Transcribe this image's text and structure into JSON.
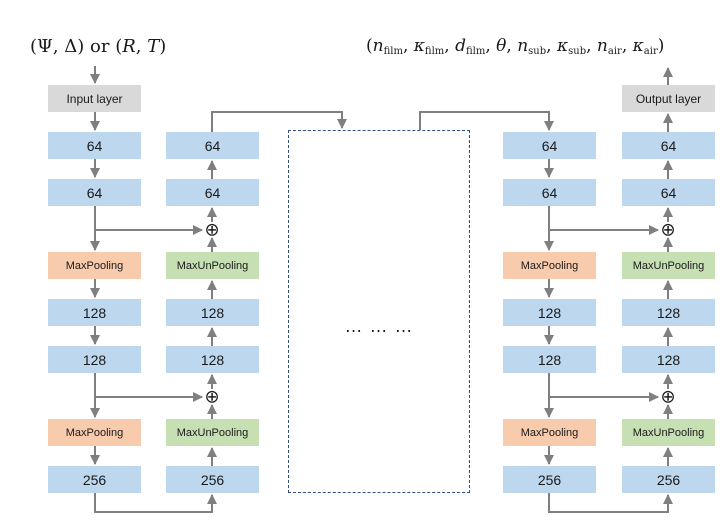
{
  "input_label": {
    "lparen": "(",
    "psi": "Ψ",
    "comma1": ", ",
    "delta": "Δ",
    "rparen": ")",
    "or": " or ",
    "lparen2": "(",
    "r": "R",
    "comma2": ", ",
    "t": "T",
    "rparen2": ")"
  },
  "output_label": {
    "open": "(",
    "n": "n",
    "film": "film",
    "kappa": "κ",
    "d": "d",
    "theta": "θ",
    "sub": "sub",
    "air": "air",
    "sep": ", ",
    "close": ")"
  },
  "input_layer": "Input layer",
  "output_layer": "Output layer",
  "ellipsis": "… … …",
  "plus_symbol": "⊕",
  "left_encoder": [
    "64",
    "64",
    "MaxPooling",
    "128",
    "128",
    "MaxPooling",
    "256"
  ],
  "left_decoder": [
    "64",
    "64",
    "MaxUnPooling",
    "128",
    "128",
    "MaxUnPooling",
    "256"
  ],
  "right_encoder": [
    "64",
    "64",
    "MaxPooling",
    "128",
    "128",
    "MaxPooling",
    "256"
  ],
  "right_decoder": [
    "64",
    "64",
    "MaxUnPooling",
    "128",
    "128",
    "MaxUnPooling",
    "256"
  ],
  "colors": {
    "layer_blue": "#bdd7ee",
    "io_gray": "#d9d9d9",
    "pooling_orange": "#f8cbad",
    "unpooling_green": "#c6e0b4",
    "arrow_gray": "#7f7f7f",
    "dashed_border": "#2f4f85"
  }
}
